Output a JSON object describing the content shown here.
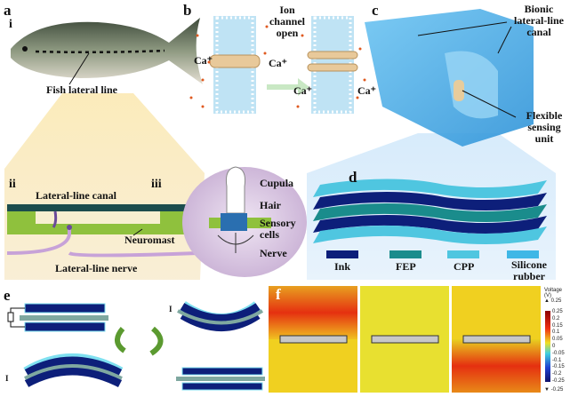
{
  "panels": {
    "a": "a",
    "i": "i",
    "b": "b",
    "c": "c",
    "ii": "ii",
    "iii": "iii",
    "d": "d",
    "e": "e",
    "f": "f"
  },
  "labels": {
    "fish_lateral_line": "Fish lateral line",
    "ion_channel_open": "Ion channel open",
    "ca_ion": "Ca⁺",
    "bionic_canal": "Bionic lateral-line canal",
    "flexible_unit": "Flexible sensing unit",
    "lateral_line_canal": "Lateral-line canal",
    "neuromast": "Neuromast",
    "lateral_line_nerve": "Lateral-line nerve",
    "cupula": "Cupula",
    "hair": "Hair",
    "sensory_cells": "Sensory cells",
    "nerve": "Nerve",
    "current": "I"
  },
  "legend": [
    {
      "label": "Ink",
      "color": "#0d1f7a"
    },
    {
      "label": "FEP",
      "color": "#1a8c8c"
    },
    {
      "label": "CPP",
      "color": "#4fc6e0"
    },
    {
      "label": "Silicone rubber",
      "color": "#3fb7e6"
    }
  ],
  "colorbar": {
    "title": "Voltage (V)",
    "max_marker": "▲ 0.25",
    "min_marker": "▼ -0.25",
    "ticks": [
      "0.25",
      "0.2",
      "0.15",
      "0.1",
      "0.05",
      "0",
      "-0.05",
      "-0.1",
      "-0.15",
      "-0.2",
      "-0.25"
    ]
  }
}
